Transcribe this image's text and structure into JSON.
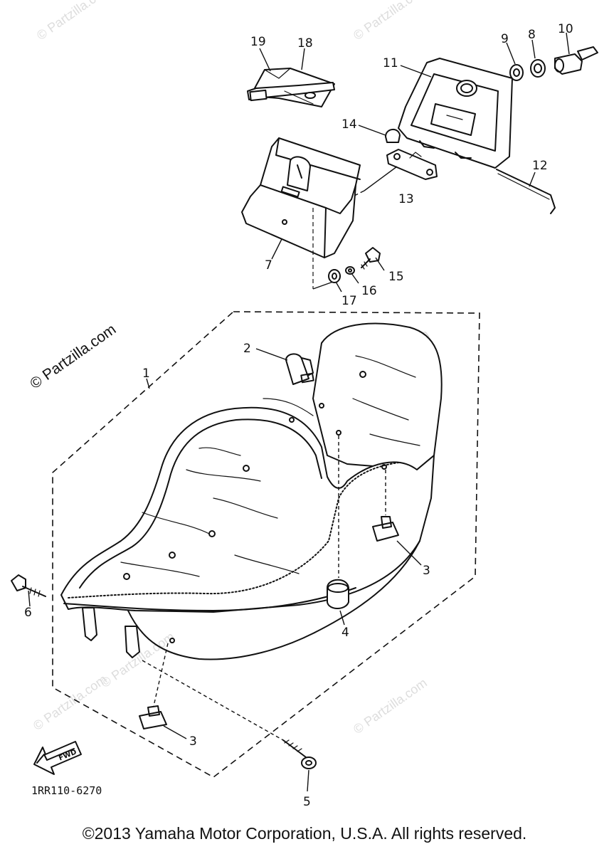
{
  "watermarks": {
    "light": "© Partzilla.com",
    "prominent": "© Partzilla.com"
  },
  "callouts": {
    "c1": "1",
    "c2": "2",
    "c3a": "3",
    "c3b": "3",
    "c4": "4",
    "c5": "5",
    "c6": "6",
    "c7": "7",
    "c8": "8",
    "c9": "9",
    "c10": "10",
    "c11": "11",
    "c12": "12",
    "c13": "13",
    "c14": "14",
    "c15": "15",
    "c16": "16",
    "c17": "17",
    "c18": "18",
    "c19": "19"
  },
  "fwd_label": "FWD",
  "diagram_code": "1RR110-6270",
  "copyright": "©2013 Yamaha Motor Corporation, U.S.A. All rights reserved."
}
